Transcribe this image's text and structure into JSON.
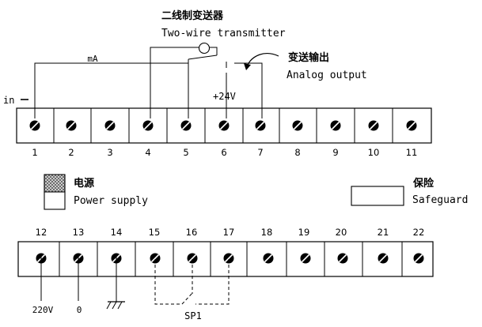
{
  "transmitter": {
    "title_cn": "二线制变送器",
    "title_en": "Two-wire transmitter"
  },
  "analog_output": {
    "title_cn": "变送输出",
    "title_en": "Analog output"
  },
  "labels": {
    "in": "in",
    "ma": "mA",
    "plus24v": "+24V",
    "v220": "220V",
    "zero": "0",
    "sp1": "SP1"
  },
  "legend": {
    "power_cn": "电源",
    "power_en": "Power supply",
    "safeguard_cn": "保险",
    "safeguard_en": "Safeguard"
  },
  "top_row": [
    "1",
    "2",
    "3",
    "4",
    "5",
    "6",
    "7",
    "8",
    "9",
    "10",
    "11"
  ],
  "bottom_row": [
    "12",
    "13",
    "14",
    "15",
    "16",
    "17",
    "18",
    "19",
    "20",
    "21",
    "22"
  ]
}
